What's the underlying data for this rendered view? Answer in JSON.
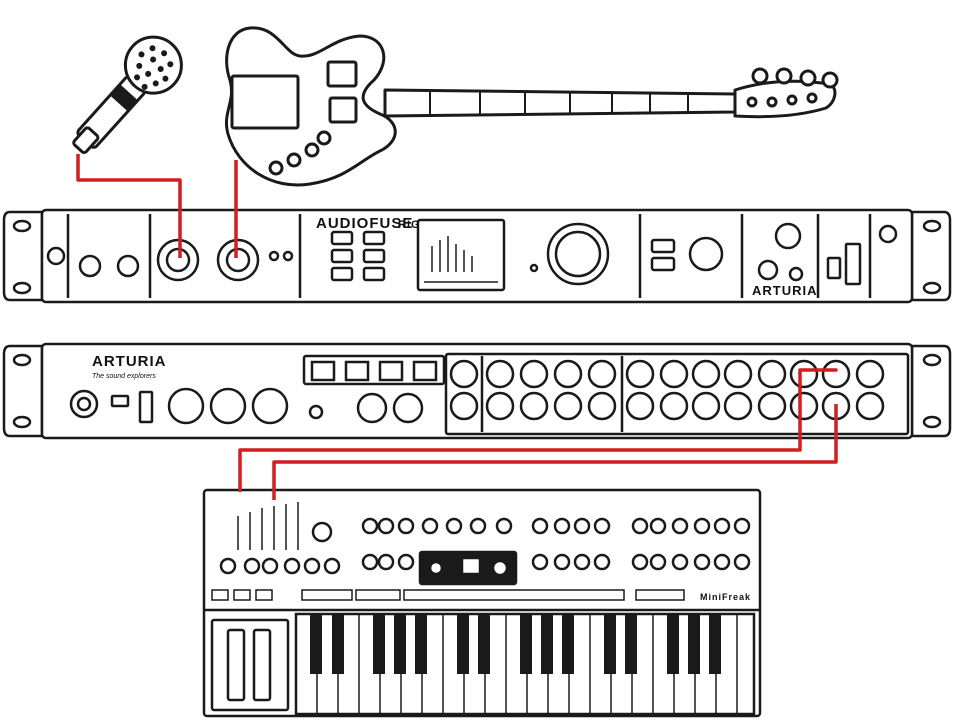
{
  "colors": {
    "cable": "#d21e1e",
    "line": "#1a1a1a",
    "panel": "#ffffff"
  },
  "audiofuse": {
    "logo_text": "AUDIOFUSE",
    "logo_badge": "RIG",
    "brand": "ARTURIA"
  },
  "rear_unit": {
    "brand": "ARTURIA",
    "tagline": "The sound explorers"
  },
  "synth": {
    "brand": "MiniFreak"
  },
  "icons": [
    "microphone-icon",
    "bass-guitar-icon",
    "audio-interface-icon",
    "rear-panel-icon",
    "synthesizer-icon"
  ]
}
